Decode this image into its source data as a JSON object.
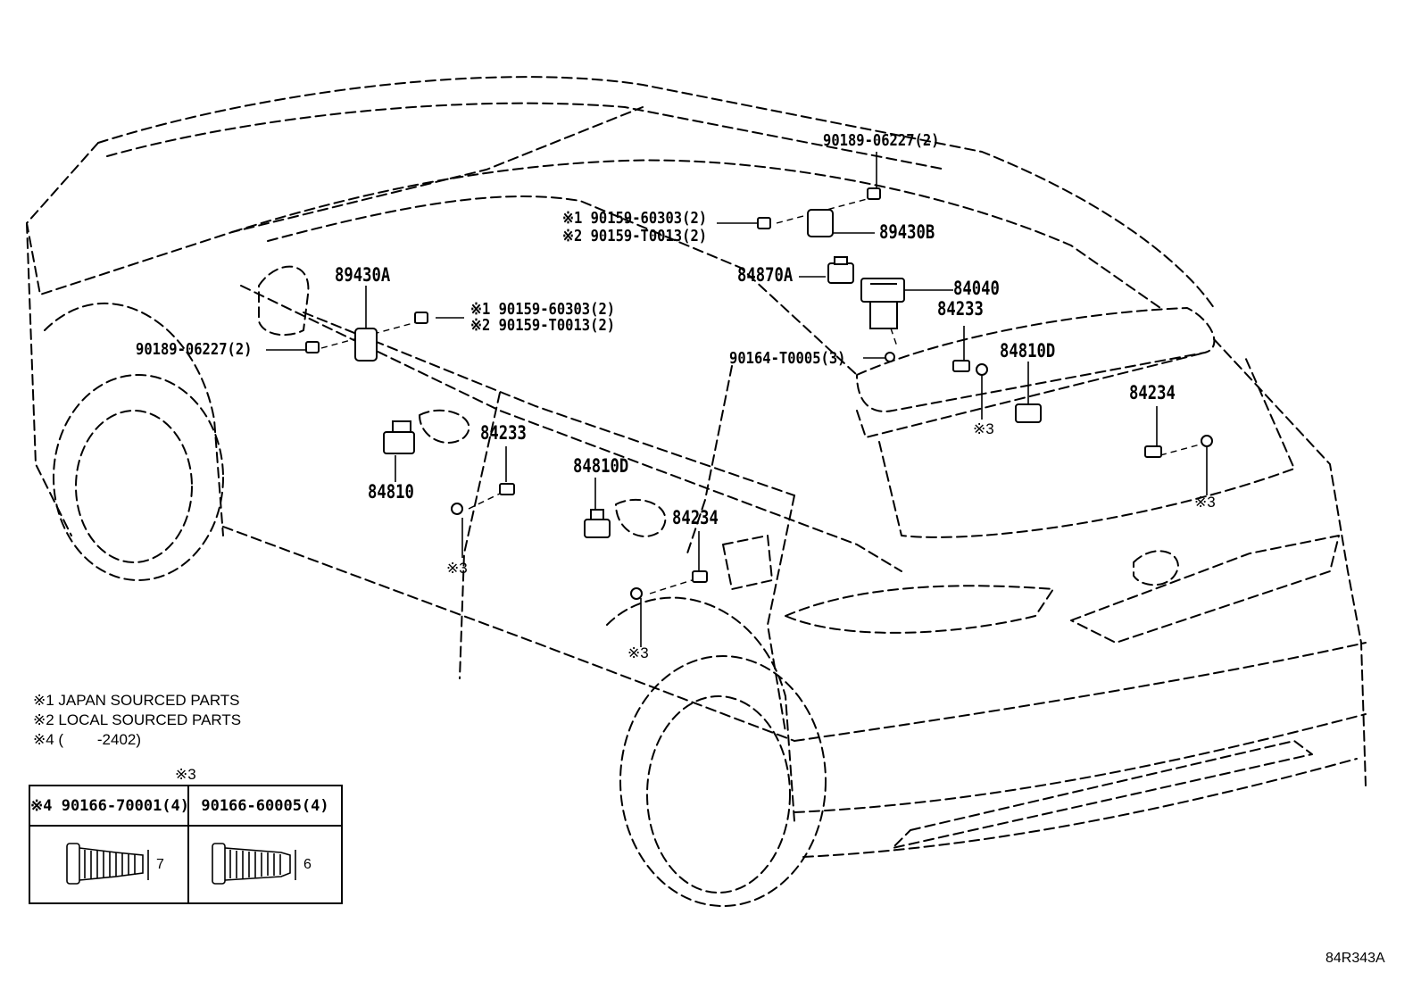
{
  "callouts": {
    "p89430A": "89430A",
    "p89430B": "89430B",
    "p84870A": "84870A",
    "p84040": "84040",
    "p84233_rear": "84233",
    "p84810D_rear": "84810D",
    "p84234_rear": "84234",
    "p90164": "90164-T0005(3)",
    "p90189_top": "90189-06227(2)",
    "p90189_left": "90189-06227(2)",
    "p90159_top_jp": "※1 90159-60303(2)",
    "p90159_top_local": "※2 90159-T0013(2)",
    "p90159_left_jp": "※1 90159-60303(2)",
    "p90159_left_local": "※2 90159-T0013(2)",
    "p84810": "84810",
    "p84233_front": "84233",
    "p84810D_front": "84810D",
    "p84234_front": "84234",
    "mark_rear1": "※3",
    "mark_rear2": "※3",
    "mark_front1": "※3",
    "mark_front2": "※3"
  },
  "notes": {
    "note1": "※1 JAPAN SOURCED PARTS",
    "note2": "※2 LOCAL SOURCED PARTS",
    "note4": "※4 (        -2402)"
  },
  "legend": {
    "mark": "※3",
    "col1_header": "※4 90166-70001(4)",
    "col2_header": "90166-60005(4)",
    "col1_dim": "7",
    "col2_dim": "6"
  },
  "reference_code": "84R343A"
}
